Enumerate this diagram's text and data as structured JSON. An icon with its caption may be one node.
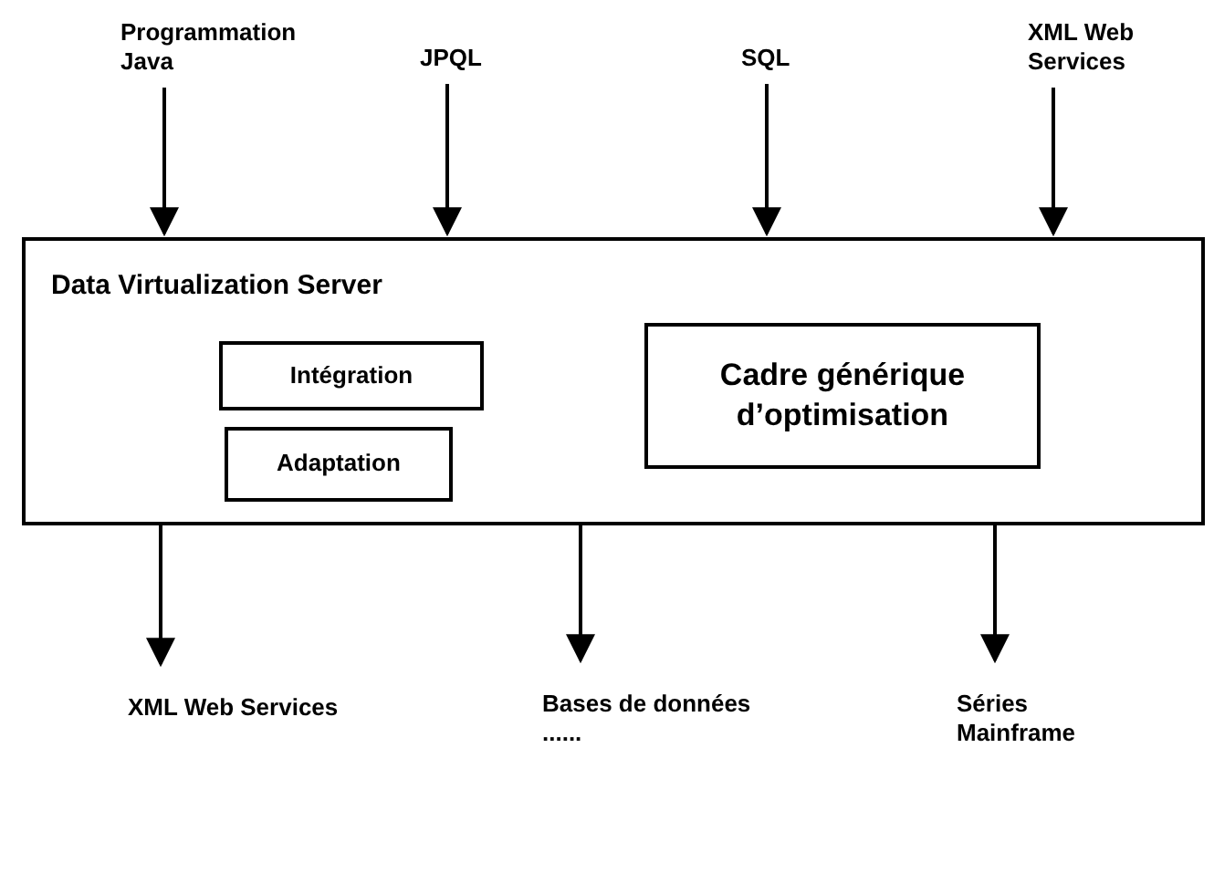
{
  "diagram": {
    "nodes": [
      {
        "text": [
          "Programmation Java"
        ]
      },
      {
        "text": [
          "JPQL"
        ]
      },
      {
        "text": [
          "SQL"
        ]
      },
      {
        "text": [
          "XML Web Services"
        ]
      },
      {
        "text": [
          "Data Virtualization Server"
        ]
      },
      {
        "text": [
          "Intégration"
        ],
        "in": 4
      },
      {
        "text": [
          "Adaptation"
        ],
        "in": 4
      },
      {
        "text": [
          "Cadre générique d’optimisation"
        ],
        "in": 4
      },
      {
        "text": [
          "XML Web Services"
        ]
      },
      {
        "text": [
          "Bases de données",
          "......"
        ]
      },
      {
        "text": [
          "Séries Mainframe"
        ]
      }
    ],
    "edges": [
      {
        "from": 0,
        "to": 4,
        "arrow": "to"
      },
      {
        "from": 1,
        "to": 4,
        "arrow": "to"
      },
      {
        "from": 2,
        "to": 4,
        "arrow": "to"
      },
      {
        "from": 3,
        "to": 4,
        "arrow": "to"
      },
      {
        "from": 4,
        "to": 8,
        "arrow": "to"
      },
      {
        "from": 4,
        "to": 9,
        "arrow": "to"
      },
      {
        "from": 4,
        "to": 10,
        "arrow": "to"
      }
    ]
  }
}
